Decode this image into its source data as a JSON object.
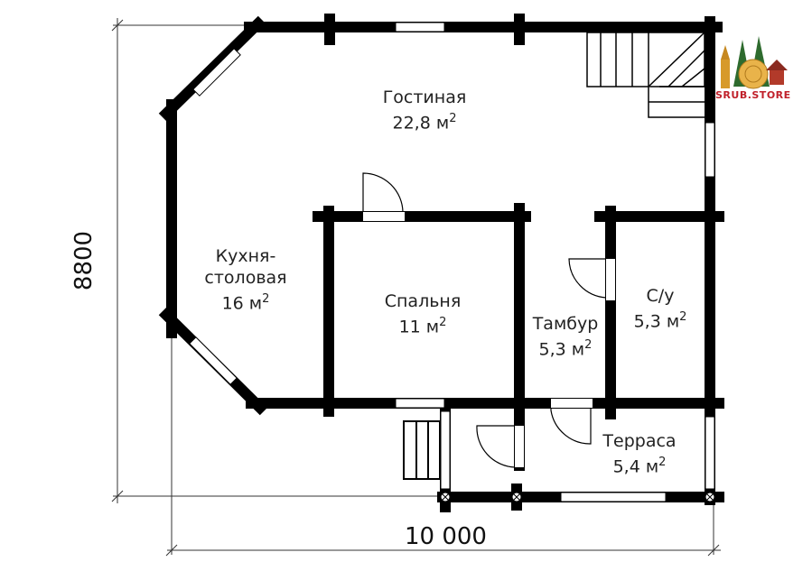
{
  "rooms": [
    {
      "name": "Гостиная",
      "area": "22,8 м",
      "sup": "2"
    },
    {
      "name": "Кухня-",
      "name2": "столовая",
      "area": "16 м",
      "sup": "2"
    },
    {
      "name": "Спальня",
      "area": "11 м",
      "sup": "2"
    },
    {
      "name": "Тамбур",
      "area": "5,3 м",
      "sup": "2"
    },
    {
      "name": "С/у",
      "area": "5,3 м",
      "sup": "2"
    },
    {
      "name": "Терраса",
      "area": "5,4 м",
      "sup": "2"
    }
  ],
  "dimensions": {
    "height": "8800",
    "width": "10 000"
  },
  "logo": {
    "text": "SRUB.STORE"
  },
  "colors": {
    "wall": "#000000",
    "line": "#333333",
    "logo": "#c0202a"
  }
}
